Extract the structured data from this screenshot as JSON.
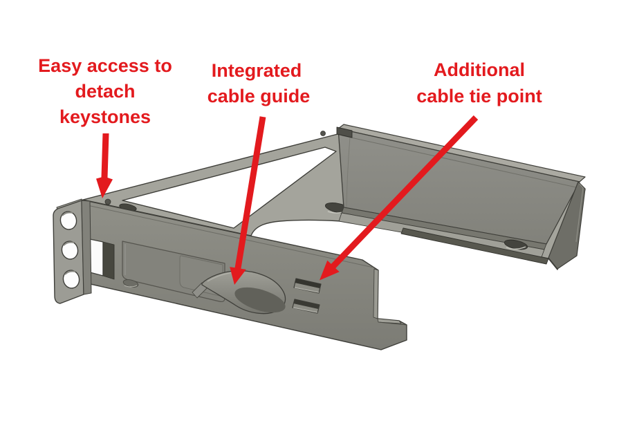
{
  "figure": {
    "kind": "annotated-3d-cad-render",
    "subject": "rack-mount keystone bracket",
    "background": "#ffffff"
  },
  "colors": {
    "annotation_red": "#e31a1e",
    "deck_light": "#a4a49c",
    "body_mid": "#8b8b84",
    "shadow_dark": "#55554f",
    "outline": "#3e3e39",
    "opening_white": "#fbfbfb"
  },
  "annotations": {
    "keystone_access": {
      "lines": [
        "Easy access to",
        "detach",
        "keystones"
      ]
    },
    "cable_guide": {
      "lines": [
        "Integrated",
        "cable guide"
      ]
    },
    "cable_tie": {
      "lines": [
        "Additional",
        "cable tie point"
      ]
    }
  },
  "parts": [
    "rack-ear",
    "ear-mounting-holes",
    "front-panel",
    "keystone-opening",
    "keystone-recess",
    "cable-guide-scoop",
    "cable-tie-slots",
    "top-deck",
    "back-wall",
    "mounting-slots",
    "foot-hook"
  ]
}
